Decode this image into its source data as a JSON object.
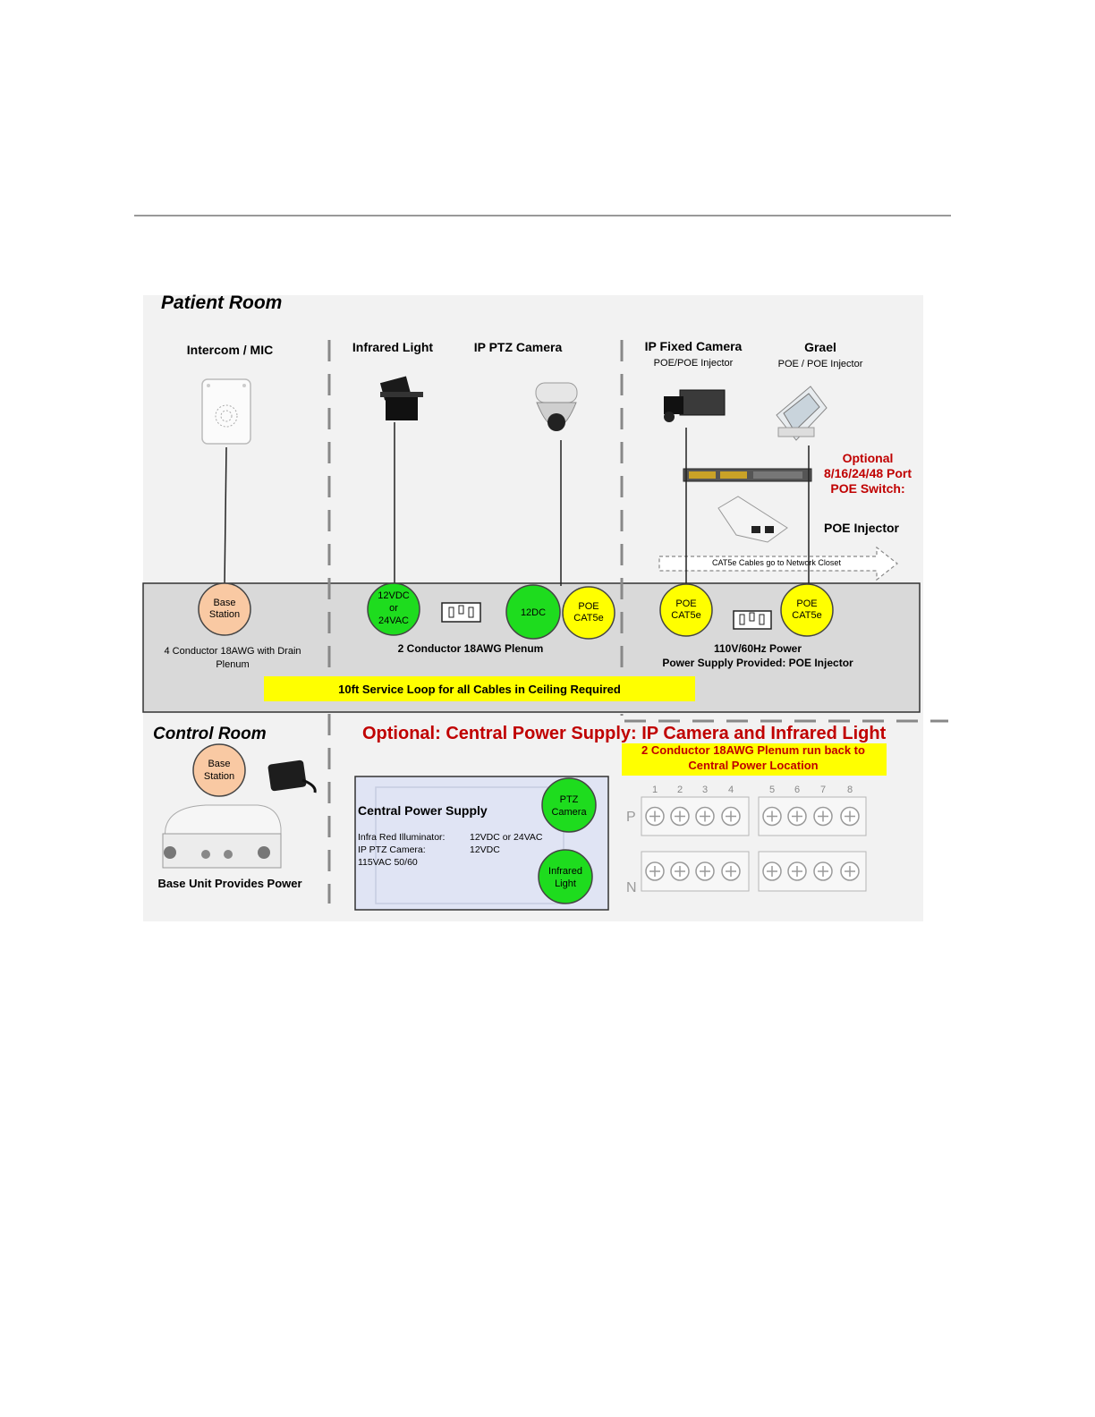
{
  "patient_room": {
    "title": "Patient Room",
    "intercom": {
      "label": "Intercom / MIC"
    },
    "infrared": {
      "label": "Infrared Light"
    },
    "ptz": {
      "label": "IP PTZ Camera"
    },
    "fixed": {
      "label": "IP Fixed Camera",
      "sub": "POE/POE Injector"
    },
    "grael": {
      "label": "Grael",
      "sub": "POE / POE Injector"
    },
    "optional_switch": [
      "Optional",
      "8/16/24/48 Port",
      "POE Switch:"
    ],
    "poe_injector": "POE Injector",
    "cat5e_arrow": "CAT5e Cables go to Network Closet"
  },
  "ceiling": {
    "base_station": [
      "Base",
      "Station"
    ],
    "ir_power": [
      "12VDC",
      "or",
      "24VAC"
    ],
    "ptz_power": "12DC",
    "poe_ptz": [
      "POE",
      "CAT5e"
    ],
    "poe_fixed": [
      "POE",
      "CAT5e"
    ],
    "poe_grael": [
      "POE",
      "CAT5e"
    ],
    "cable_intercom": [
      "4 Conductor 18AWG with Drain",
      "Plenum"
    ],
    "cable_plenum": "2 Conductor 18AWG Plenum",
    "power_note": [
      "110V/60Hz Power",
      "Power Supply Provided: POE Injector"
    ],
    "service_loop": "10ft Service Loop for all Cables in Ceiling Required"
  },
  "control_room": {
    "title": "Control Room",
    "base_station": [
      "Base",
      "Station"
    ],
    "base_unit_note": "Base Unit Provides Power"
  },
  "central_power": {
    "title": "Optional: Central Power Supply: IP Camera and Infrared Light",
    "note": [
      "2 Conductor 18AWG Plenum run back to",
      "Central Power Location"
    ],
    "box_title": "Central Power Supply",
    "specs": [
      {
        "name": "Infra Red Illuminator:",
        "value": "12VDC or 24VAC"
      },
      {
        "name": "IP PTZ Camera:",
        "value": "12VDC"
      },
      {
        "name": "115VAC 50/60",
        "value": ""
      }
    ],
    "ptz_circle": [
      "PTZ",
      "Camera"
    ],
    "ir_circle": [
      "Infrared",
      "Light"
    ],
    "terminal_numbers": [
      "1",
      "2",
      "3",
      "4",
      "5",
      "6",
      "7",
      "8"
    ],
    "row_p": "P",
    "row_n": "N"
  },
  "colors": {
    "orange_circle": "#f9c9a3",
    "green_circle": "#1edc1e",
    "yellow_circle": "#ffff00",
    "red_text": "#c00000",
    "ceiling_fill": "#d9d9d9",
    "panel_fill": "#f2f2f2",
    "psu_fill": "#e0e4f4"
  }
}
